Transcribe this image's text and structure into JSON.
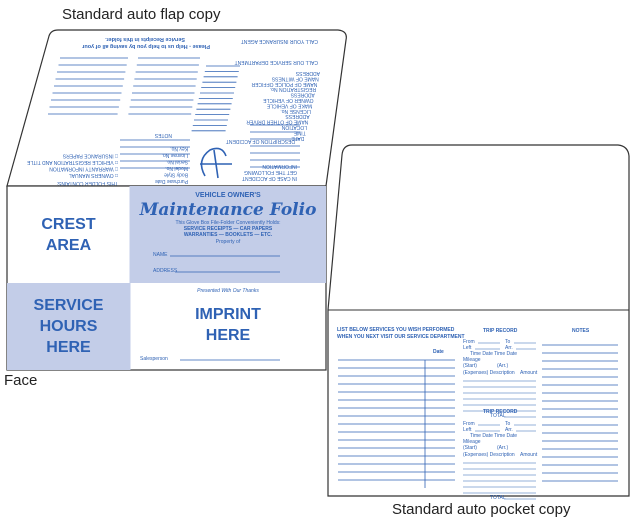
{
  "captions": {
    "flap": "Standard auto flap copy",
    "face": "Face",
    "pocket": "Standard auto pocket copy"
  },
  "face": {
    "crest": "CREST\nAREA",
    "service_hours": "SERVICE\nHOURS\nHERE",
    "imprint": "IMPRINT\nHERE",
    "brand_top": "VEHICLE OWNER'S",
    "brand_script": "Maintenance Folio",
    "brand_sub1": "This Glove Box File-Folder Conveniently Holds:",
    "brand_sub2": "SERVICE RECEIPTS — CAR PAPERS",
    "brand_sub3": "WARRANTIES — BOOKLETS — ETC.",
    "property_of": "Property of",
    "name_label": "NAME",
    "address_label": "ADDRESS",
    "presented": "Presented With Our Thanks",
    "salesperson": "Salesperson"
  },
  "flap": {
    "help_text": "Please - Help us to help you by saving all of your",
    "help_text2": "Service Receipts in this folder.",
    "call_agent": "CALL YOUR INSURANCE AGENT",
    "call_service": "CALL OUR SERVICE DEPARTMENT",
    "folder_contains": "THIS FOLDER CONTAINS:",
    "notes": "NOTES",
    "in_case": "IN CASE OF ACCIDENT",
    "get_following": "GET THE FOLLOWING",
    "information": "INFORMATION",
    "description": "DESCRIPTION OF ACCIDENT",
    "fields": [
      "ADDRESS",
      "NAME OF WITNESS",
      "NAME OF POLICE OFFICER",
      "REGISTRATION No.",
      "ADDRESS",
      "OWNER OF VEHICLE",
      "MAKE OF VEHICLE",
      "LICENSE No.",
      "ADDRESS",
      "NAME OF OTHER DRIVER",
      "LOCATION",
      "TIME",
      "DATE"
    ],
    "contains": [
      "OWNERS MANUAL",
      "WARRANTY INFORMATION",
      "VEHICLE REGISTRATION AND TITLE",
      "INSURANCE PAPERS"
    ],
    "vehicle_fields": [
      "Purchase Date",
      "Body Style",
      "Model No.",
      "Serial No.",
      "License No.",
      "Key No."
    ]
  },
  "pocket": {
    "list_header1": "LIST BELOW SERVICES YOU WISH PERFORMED",
    "list_header2": "WHEN YOU NEXT VISIT OUR SERVICE DEPARTMENT",
    "date": "Date",
    "trip_record": "TRIP RECORD",
    "notes": "NOTES",
    "from": "From",
    "to": "To",
    "left": "Left",
    "arr": "Arr.",
    "time_date": "Time   Date   Time   Date",
    "mileage": "Mileage",
    "start": "(Start)",
    "arr2": "(Arr.)",
    "expenses": "(Expenses) Description",
    "amount": "Amount",
    "total": "TOTAL"
  }
}
